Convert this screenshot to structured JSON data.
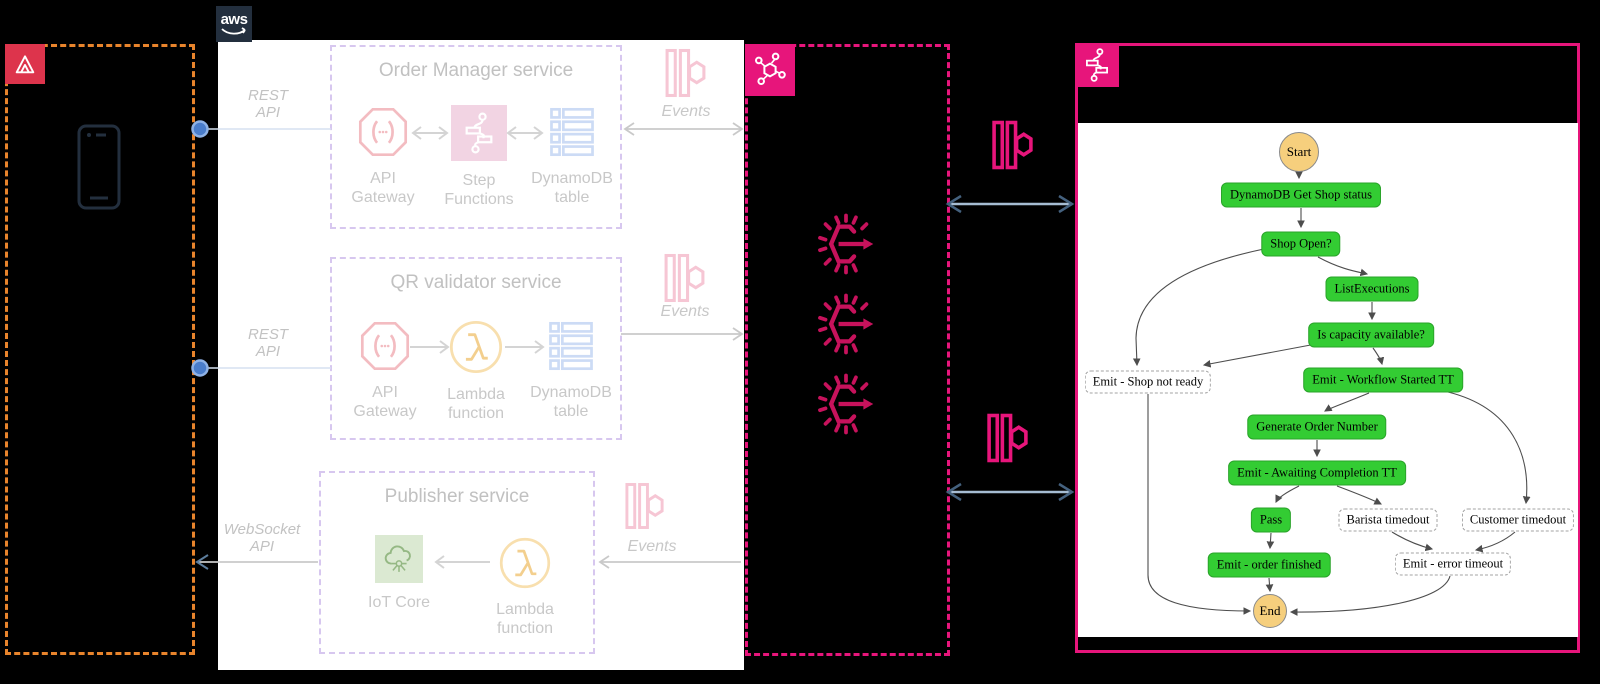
{
  "aws_logo": "aws",
  "services": {
    "order_manager": {
      "title": "Order Manager service",
      "api_label_line1": "REST",
      "api_label_line2": "API",
      "events_label": "Events",
      "components": [
        {
          "label_line1": "API",
          "label_line2": "Gateway"
        },
        {
          "label_line1": "Step",
          "label_line2": "Functions"
        },
        {
          "label_line1": "DynamoDB",
          "label_line2": "table"
        }
      ]
    },
    "qr_validator": {
      "title": "QR validator service",
      "api_label_line1": "REST",
      "api_label_line2": "API",
      "events_label": "Events",
      "components": [
        {
          "label_line1": "API",
          "label_line2": "Gateway"
        },
        {
          "label_line1": "Lambda",
          "label_line2": "function"
        },
        {
          "label_line1": "DynamoDB",
          "label_line2": "table"
        }
      ]
    },
    "publisher": {
      "title": "Publisher service",
      "api_label_line1": "WebSocket",
      "api_label_line2": "API",
      "events_label": "Events",
      "components": [
        {
          "label_line1": "IoT Core"
        },
        {
          "label_line1": "Lambda",
          "label_line2": "function"
        }
      ]
    }
  },
  "workflow": {
    "start": "Start",
    "get_shop_status": "DynamoDB Get Shop status",
    "shop_open": "Shop Open?",
    "list_executions": "ListExecutions",
    "is_capacity_available": "Is capacity available?",
    "emit_shop_not_ready": "Emit - Shop not ready",
    "emit_workflow_started": "Emit - Workflow Started TT",
    "generate_order_number": "Generate Order Number",
    "emit_awaiting_completion": "Emit - Awaiting Completion TT",
    "pass": "Pass",
    "barista_timedout": "Barista timedout",
    "customer_timedout": "Customer timedout",
    "emit_order_finished": "Emit - order finished",
    "emit_error_timeout": "Emit - error timeout",
    "end": "End"
  },
  "colors": {
    "accent_pink": "#E7157B",
    "rule_crimson": "#C7125C",
    "accent_orange": "#E8842C",
    "amplify_red": "#DD344C",
    "aws_navy": "#232F3E",
    "node_green": "#33CC33",
    "node_amber": "#F6CF7D"
  }
}
